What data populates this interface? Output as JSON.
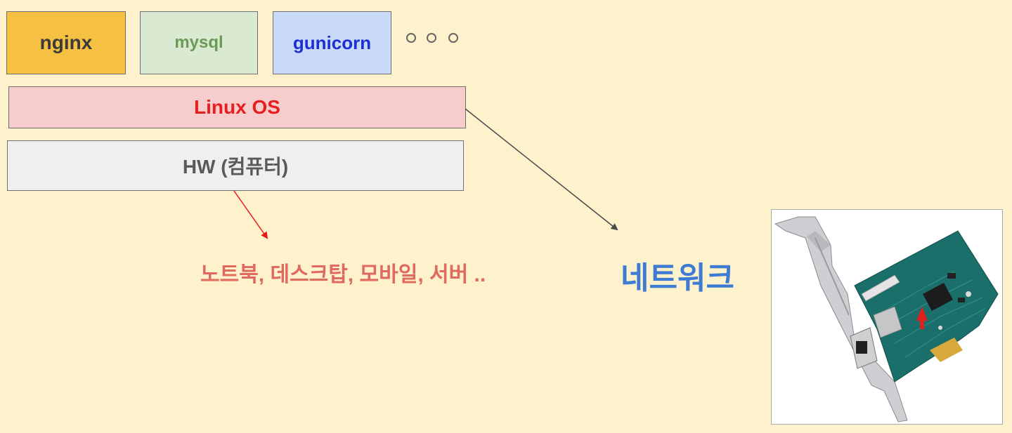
{
  "stack": {
    "apps": [
      {
        "label": "nginx"
      },
      {
        "label": "mysql"
      },
      {
        "label": "gunicorn"
      }
    ],
    "os": {
      "label": "Linux OS"
    },
    "hw": {
      "label": "HW (컴퓨터)"
    }
  },
  "annotations": {
    "devices": "노트북, 데스크탑, 모바일, 서버 ..",
    "network": "네트워크"
  },
  "image": {
    "subject": "network interface card (PCIe Ethernet adapter)"
  },
  "colors": {
    "background": "#fef2cc",
    "nginx": "#f6c142",
    "mysql": "#d9e9d2",
    "gunicorn": "#c9daf7",
    "os": "#f6cdcc",
    "hw": "#efefef",
    "network_text": "#3d7bd4",
    "devices_text": "#e06a5d"
  }
}
